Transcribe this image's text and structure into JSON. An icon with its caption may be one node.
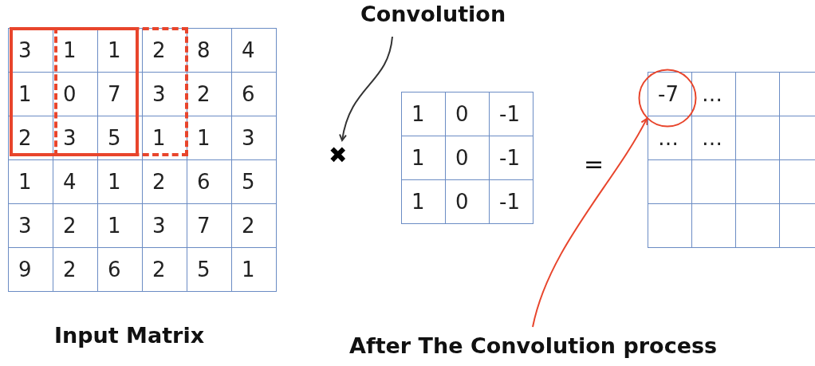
{
  "diagram": {
    "nodes": [
      {
        "text": [
          "Input Matrix"
        ]
      },
      {
        "text": [
          "Convolution"
        ]
      },
      {
        "text": [
          "✖"
        ]
      },
      {
        "text": [],
        "shape": "box"
      },
      {
        "text": [],
        "shape": "box"
      },
      {
        "text": [],
        "shape": "circle"
      },
      {
        "text": [
          "After The Convolution process"
        ]
      }
    ],
    "edges": [
      {
        "from": 1,
        "to": 2,
        "arrow": "to"
      },
      {
        "from": 6,
        "to": 5,
        "arrow": "to",
        "color": "#e8452c"
      }
    ],
    "labels": [
      "3",
      "1",
      "1",
      "2",
      "8",
      "4",
      "1",
      "0",
      "7",
      "3",
      "2",
      "6",
      "2",
      "3",
      "5",
      "1",
      "1",
      "3",
      "1",
      "4",
      "1",
      "2",
      "6",
      "5",
      "3",
      "2",
      "1",
      "3",
      "7",
      "2",
      "9",
      "2",
      "6",
      "2",
      "5",
      "1",
      "1",
      "0",
      "-1",
      "1",
      "0",
      "-1",
      "1",
      "0",
      "-1",
      "=",
      "-7",
      "…",
      "…",
      "…"
    ]
  }
}
